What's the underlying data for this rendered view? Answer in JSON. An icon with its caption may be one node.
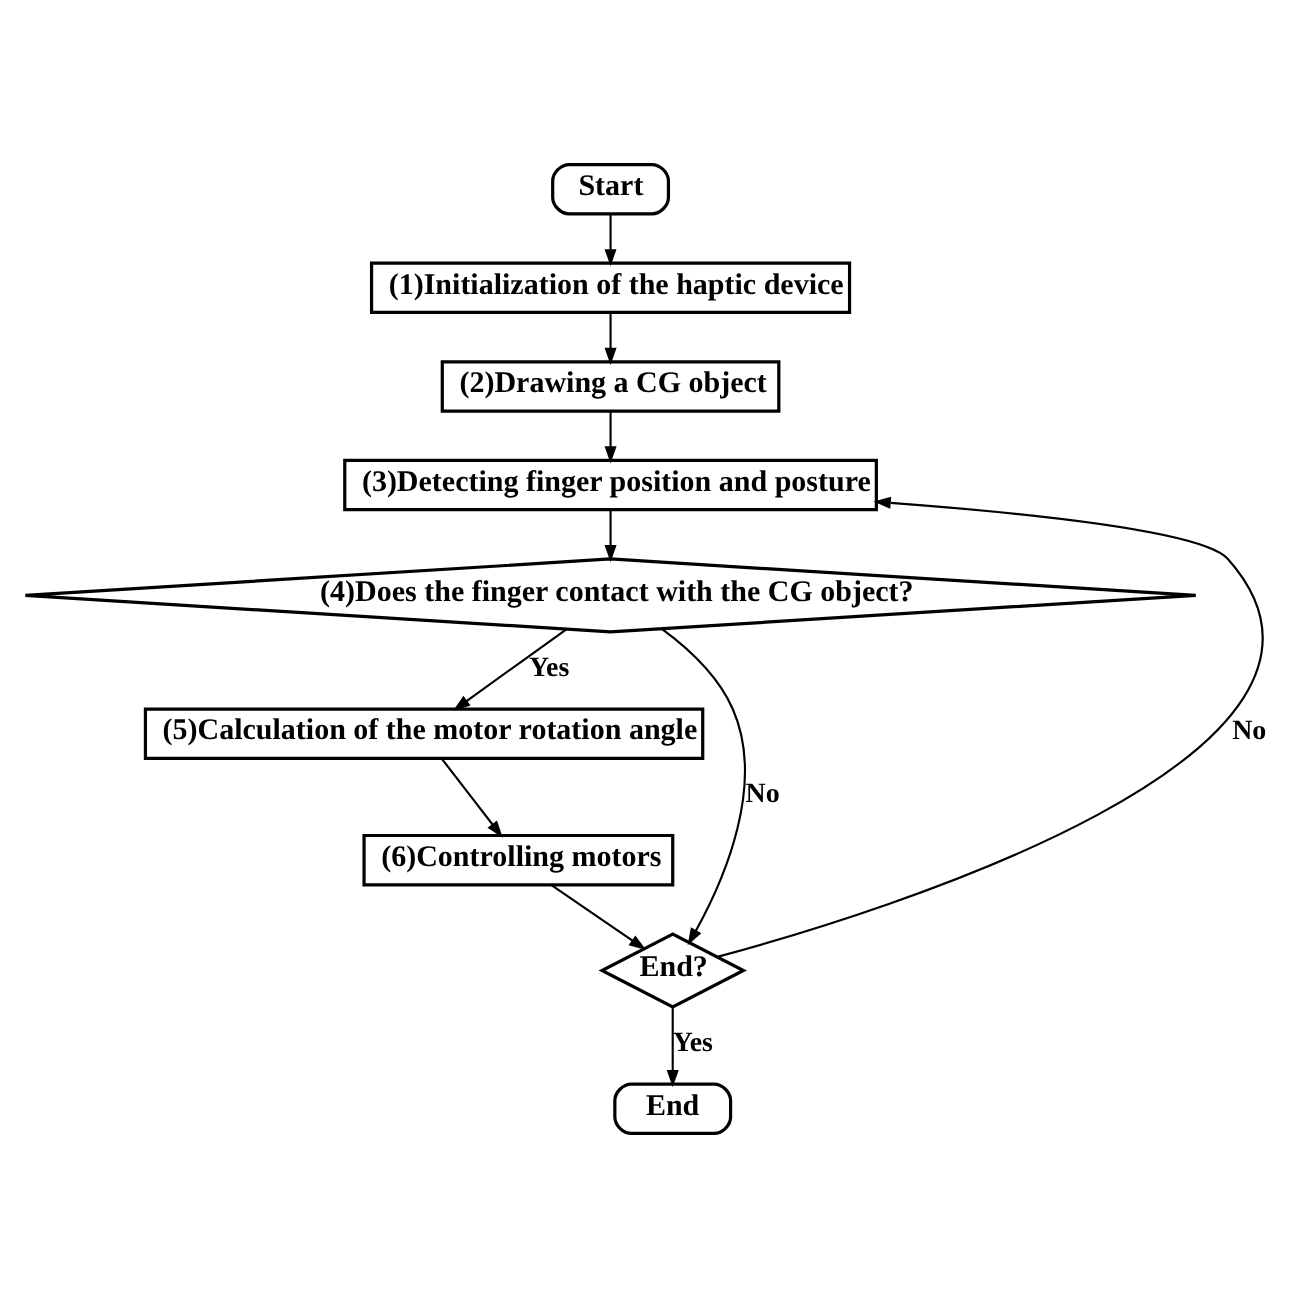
{
  "diagram": {
    "nodes": [
      {
        "text": [
          "Start"
        ]
      },
      {
        "text": [
          "(1)Initialization of the haptic device"
        ]
      },
      {
        "text": [
          "(2)Drawing a CG object"
        ]
      },
      {
        "text": [
          "(3)Detecting finger position and posture"
        ]
      },
      {
        "text": [
          "(4)Does the finger contact with the CG object?"
        ]
      },
      {
        "text": [
          "(5)Calculation of the motor rotation angle"
        ]
      },
      {
        "text": [
          "(6)Controlling motors"
        ]
      },
      {
        "text": [
          "End?"
        ]
      },
      {
        "text": [
          "End"
        ]
      }
    ],
    "edges": [
      {
        "from": 0,
        "to": 1,
        "arrow": "to"
      },
      {
        "from": 1,
        "to": 2,
        "arrow": "to"
      },
      {
        "from": 2,
        "to": 3,
        "arrow": "to"
      },
      {
        "from": 3,
        "to": 4,
        "arrow": "to"
      },
      {
        "from": 4,
        "to": 5,
        "arrow": "to",
        "label": "Yes"
      },
      {
        "from": 5,
        "to": 6,
        "arrow": "to"
      },
      {
        "from": 6,
        "to": 7,
        "arrow": "to"
      },
      {
        "from": 4,
        "to": 7,
        "arrow": "to",
        "label": "No"
      },
      {
        "from": 7,
        "to": 3,
        "arrow": "to",
        "label": "No"
      },
      {
        "from": 7,
        "to": 8,
        "arrow": "to",
        "label": "Yes"
      }
    ]
  }
}
